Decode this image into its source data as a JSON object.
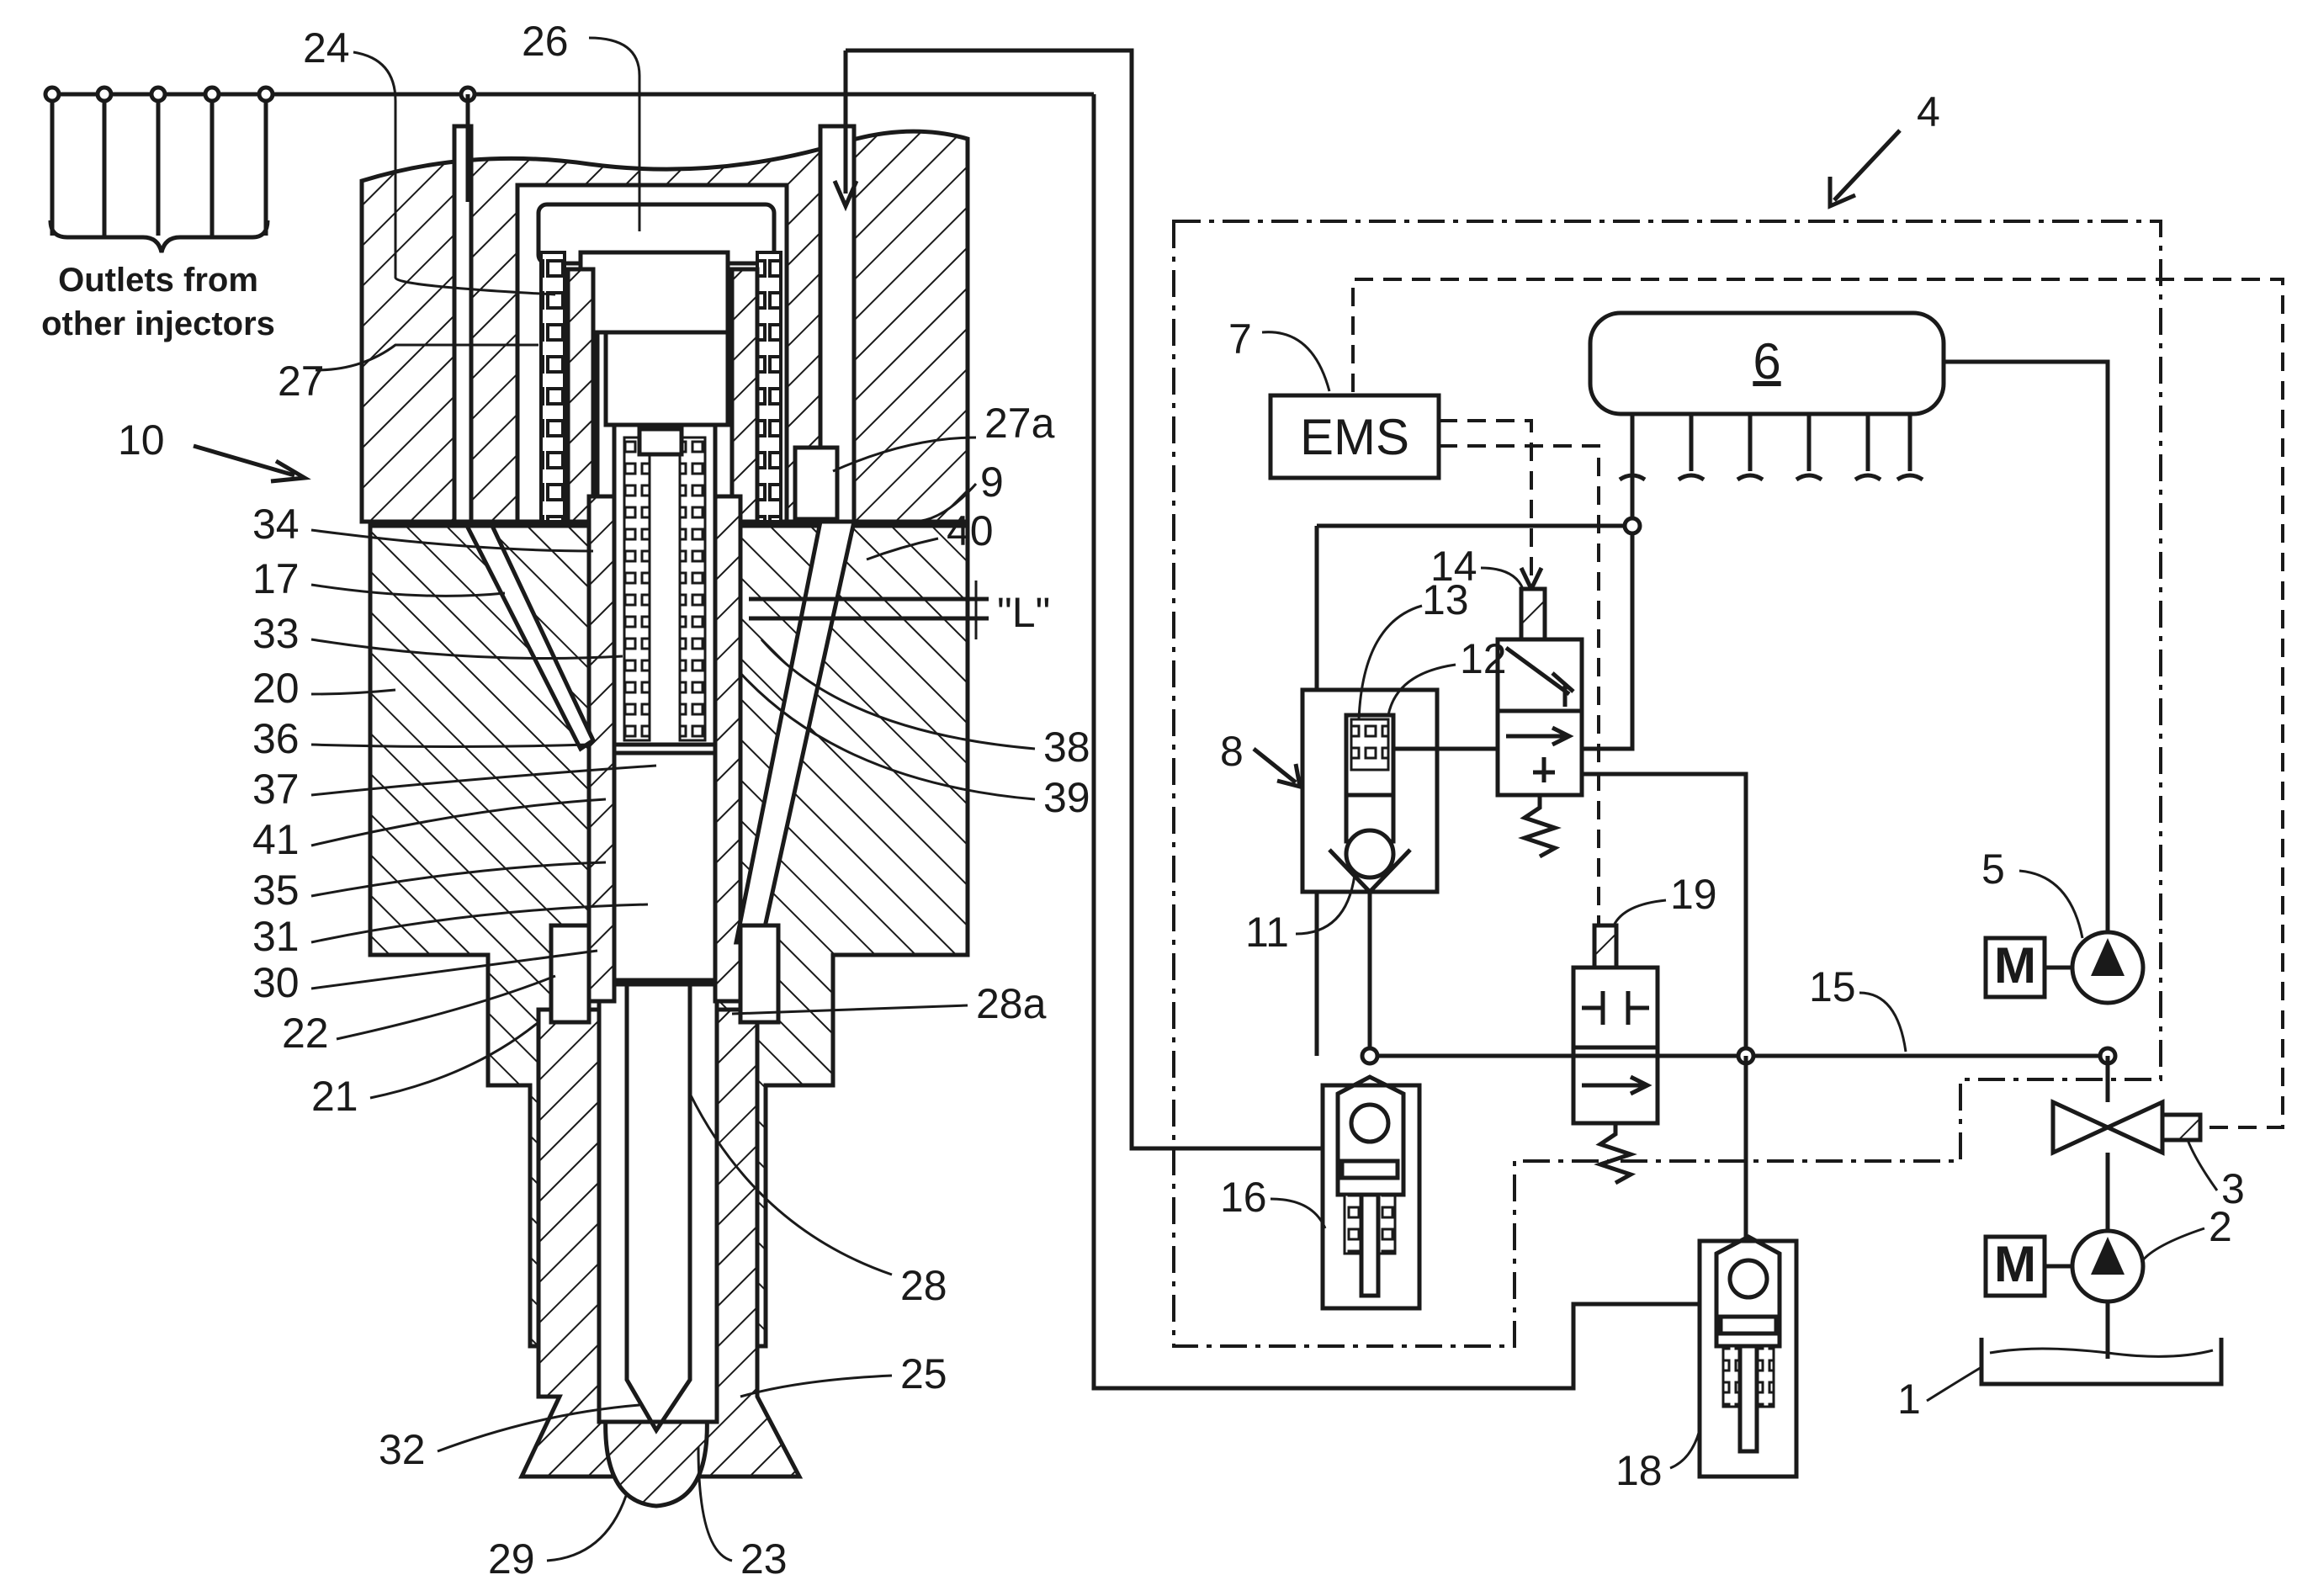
{
  "labels": {
    "outlets_line1": "Outlets from",
    "outlets_line2": "other injectors",
    "n1": "1",
    "n2": "2",
    "n3": "3",
    "n4": "4",
    "n5": "5",
    "n6": "6",
    "n7": "7",
    "n8": "8",
    "n9": "9",
    "n10": "10",
    "n11": "11",
    "n12": "12",
    "n13": "13",
    "n14": "14",
    "n15": "15",
    "n16": "16",
    "n17": "17",
    "n18": "18",
    "n19": "19",
    "n20": "20",
    "n21": "21",
    "n22": "22",
    "n23": "23",
    "n24": "24",
    "n25": "25",
    "n26": "26",
    "n27": "27",
    "n27a": "27a",
    "n28": "28",
    "n28a": "28a",
    "n29": "29",
    "n30": "30",
    "n31": "31",
    "n32": "32",
    "n33": "33",
    "n34": "34",
    "n35": "35",
    "n36": "36",
    "n37": "37",
    "n38": "38",
    "n39": "39",
    "n40": "40",
    "n41": "41",
    "L": "\"L\"",
    "ems": "EMS",
    "motor": "M"
  }
}
